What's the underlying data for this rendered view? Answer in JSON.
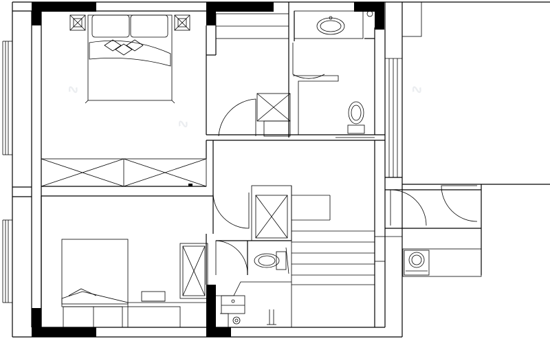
{
  "drawing": {
    "kind": "floor-plan",
    "line_color": "#000000",
    "background": "#ffffff",
    "wall_fill": "#000000",
    "rooms": [
      "bedroom-1",
      "bedroom-2",
      "bathroom-1",
      "bathroom-2",
      "hallway",
      "staircase",
      "balcony",
      "laundry"
    ],
    "fixtures": [
      "double-bed",
      "nightstand",
      "wardrobe",
      "washbasin",
      "toilet",
      "shower",
      "washing-machine",
      "desk",
      "single-bed"
    ]
  }
}
